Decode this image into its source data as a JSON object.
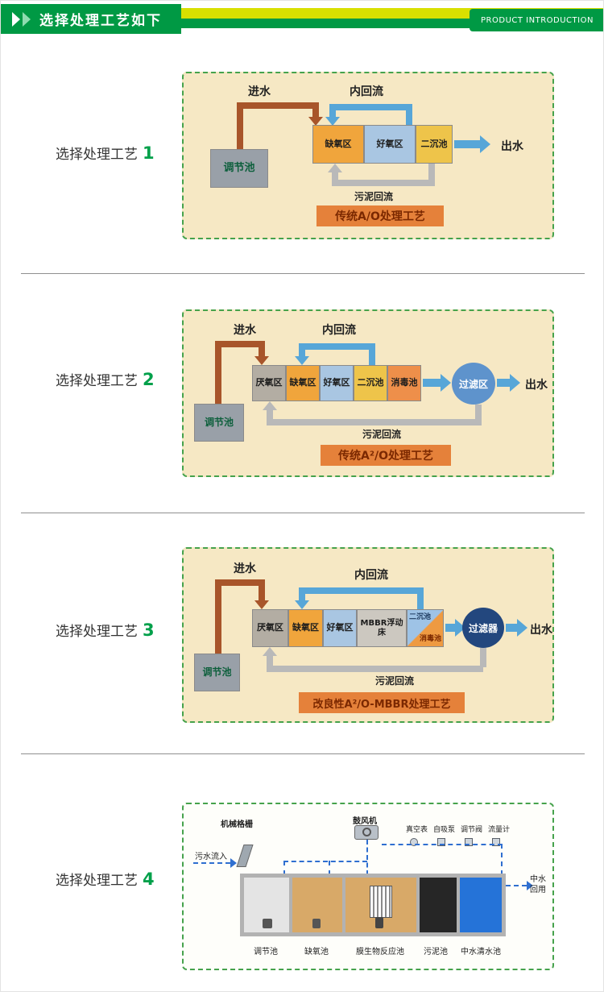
{
  "header": {
    "title": "选择处理工艺如下",
    "badge": "PRODUCT INTRODUCTION"
  },
  "palette": {
    "header_green": "#009944",
    "stripe_yellow": "#d9e000",
    "diagram_bg": "#f6e8c4",
    "diagram_border": "#46a24c",
    "process_title_bg": "#e5813a",
    "process_title_text": "#7b2800",
    "influent_brown": "#a8552a",
    "reflux_blue": "#57a6d8",
    "sludge_gray": "#b9b9b9",
    "anoxic_orange": "#f0a53c",
    "aerobic_blue": "#a9c6e2",
    "settling_yellow": "#eec44a",
    "anaerobic_gray": "#b3ada3",
    "disinfect_orange": "#ee8f4a",
    "mbbr_gray": "#ccc8c0",
    "regulating_gray": "#99a0a8",
    "filter_circle_light": "#5e93cc",
    "filter_circle_dark": "#23477e",
    "clean_water_blue": "#2573d8",
    "sludge_tank_black": "#262626",
    "tank_tan": "#d8a968"
  },
  "sections": [
    {
      "label": "选择处理工艺",
      "number": "1",
      "influent": "进水",
      "internal_reflux": "内回流",
      "regulation_tank": "调节池",
      "tanks": [
        "缺氧区",
        "好氧区",
        "二沉池"
      ],
      "effluent": "出水",
      "sludge_return": "污泥回流",
      "process_title": "传统A/O处理工艺"
    },
    {
      "label": "选择处理工艺",
      "number": "2",
      "influent": "进水",
      "internal_reflux": "内回流",
      "regulation_tank": "调节池",
      "tanks": [
        "厌氧区",
        "缺氧区",
        "好氧区",
        "二沉池",
        "消毒池"
      ],
      "filter": "过滤区",
      "effluent": "出水",
      "sludge_return": "污泥回流",
      "process_title": "传统A²/O处理工艺"
    },
    {
      "label": "选择处理工艺",
      "number": "3",
      "influent": "进水",
      "internal_reflux": "内回流",
      "regulation_tank": "调节池",
      "tanks": [
        "厌氧区",
        "缺氧区",
        "好氧区",
        "MBBR浮动床"
      ],
      "split_tank_top": "二沉池",
      "split_tank_bottom": "消毒池",
      "filter": "过滤器",
      "effluent": "出水",
      "sludge_return": "污泥回流",
      "process_title": "改良性A²/O-MBBR处理工艺"
    },
    {
      "label": "选择处理工艺",
      "number": "4",
      "mechanical_screen": "机械格栅",
      "blower": "鼓风机",
      "gauges": [
        "真空表",
        "自吸泵",
        "调节阀",
        "流量计"
      ],
      "inflow": "污水流入",
      "outflow": "中水回用",
      "tank_labels": [
        "调节池",
        "缺氧池",
        "膜生物反应池",
        "污泥池",
        "中水清水池"
      ]
    }
  ]
}
